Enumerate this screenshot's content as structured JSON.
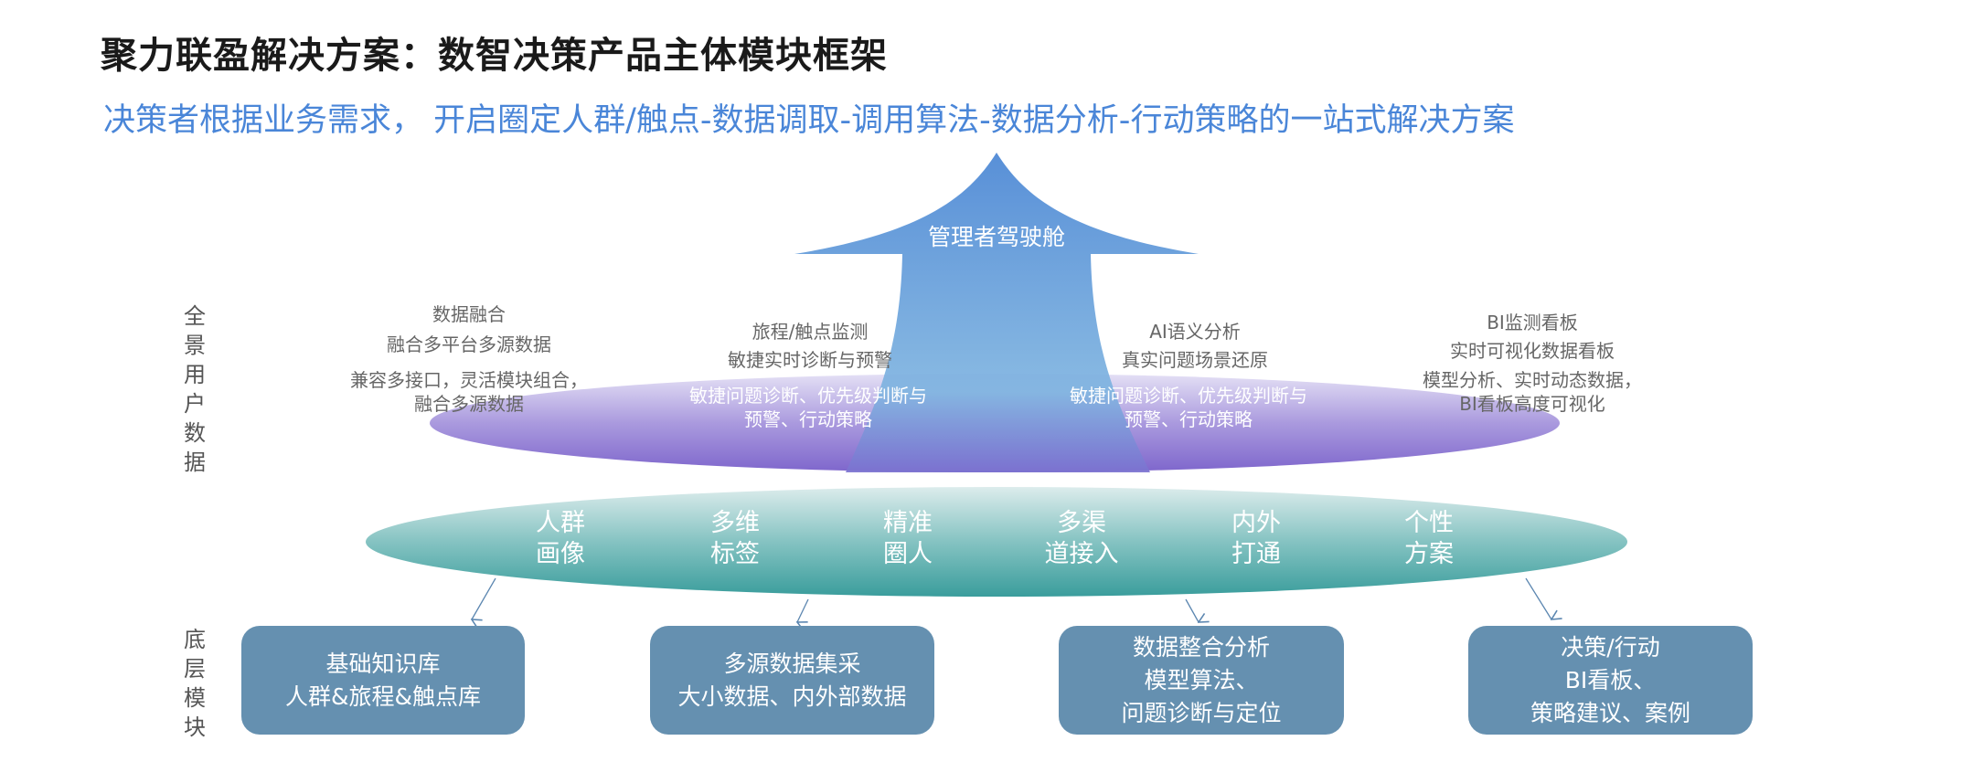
{
  "title": "聚力联盈解决方案：数智决策产品主体模块框架",
  "subtitle": "决策者根据业务需求， 开启圈定人群/触点-数据调取-调用算法-数据分析-行动策略的一站式解决方案",
  "arrow_label": "管理者驾驶舱",
  "side_labels": {
    "top": "全景用户数据",
    "bottom": "底层模块"
  },
  "top_columns": [
    {
      "lines": [
        "数据融合",
        "融合多平台多源数据",
        "兼容多接口，灵活模块组合，",
        "融合多源数据"
      ]
    },
    {
      "lines": [
        "旅程/触点监测",
        "敏捷实时诊断与预警",
        "敏捷问题诊断、优先级判断与",
        "预警、行动策略"
      ]
    },
    {
      "lines": [
        "AI语义分析",
        "真实问题场景还原",
        "敏捷问题诊断、优先级判断与",
        "预警、行动策略"
      ]
    },
    {
      "lines": [
        "BI监测看板",
        "实时可视化数据看板",
        "模型分析、实时动态数据，",
        "BI看板高度可视化"
      ]
    }
  ],
  "capabilities": [
    {
      "l1": "人群",
      "l2": "画像"
    },
    {
      "l1": "多维",
      "l2": "标签"
    },
    {
      "l1": "精准",
      "l2": "圈人"
    },
    {
      "l1": "多渠",
      "l2": "道接入"
    },
    {
      "l1": "内外",
      "l2": "打通"
    },
    {
      "l1": "个性",
      "l2": "方案"
    }
  ],
  "modules": [
    {
      "lines": [
        "基础知识库",
        "人群&旅程&触点库"
      ]
    },
    {
      "lines": [
        "多源数据集采",
        "大小数据、内外部数据"
      ]
    },
    {
      "lines": [
        "数据整合分析",
        "模型算法、",
        "问题诊断与定位"
      ]
    },
    {
      "lines": [
        "决策/行动",
        "BI看板、",
        "策略建议、案例"
      ]
    }
  ],
  "colors": {
    "title": "#1a1a1a",
    "subtitle": "#4a86d8",
    "module_box": "#6590b0",
    "arrow": "#4f8bd6",
    "purple": "#8a74d0",
    "teal": "#3fa1a0"
  }
}
